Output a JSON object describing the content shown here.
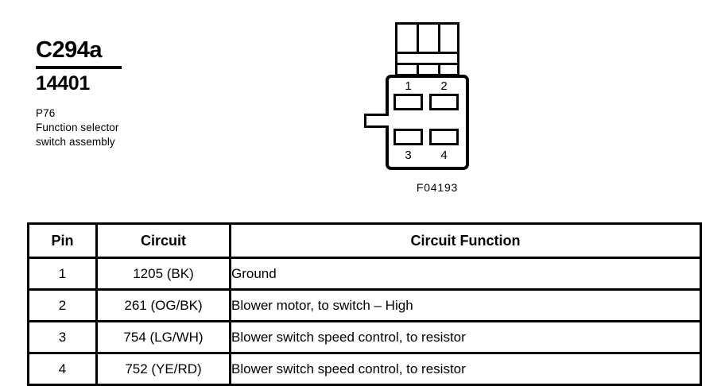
{
  "heading": {
    "connector_id": "C294a",
    "part_number": "14401",
    "component_code": "P76",
    "description_line_1": "Function selector",
    "description_line_2": "switch assembly"
  },
  "connector_diagram": {
    "figure_code": "F04193",
    "cavity_labels": [
      "1",
      "2",
      "3",
      "4"
    ],
    "latch_segments": 3,
    "body_shape": "rounded-rectangle",
    "side_tab": "left-keying-tab"
  },
  "pin_table": {
    "headers": [
      "Pin",
      "Circuit",
      "Circuit Function"
    ],
    "rows": [
      {
        "pin": "1",
        "circuit": "1205 (BK)",
        "function": "Ground"
      },
      {
        "pin": "2",
        "circuit": "261 (OG/BK)",
        "function": "Blower motor, to switch – High"
      },
      {
        "pin": "3",
        "circuit": "754 (LG/WH)",
        "function": "Blower switch speed control, to resistor"
      },
      {
        "pin": "4",
        "circuit": "752 (YE/RD)",
        "function": "Blower switch speed control, to resistor"
      }
    ]
  },
  "colors": {
    "ink": "#000000",
    "background": "#ffffff"
  }
}
